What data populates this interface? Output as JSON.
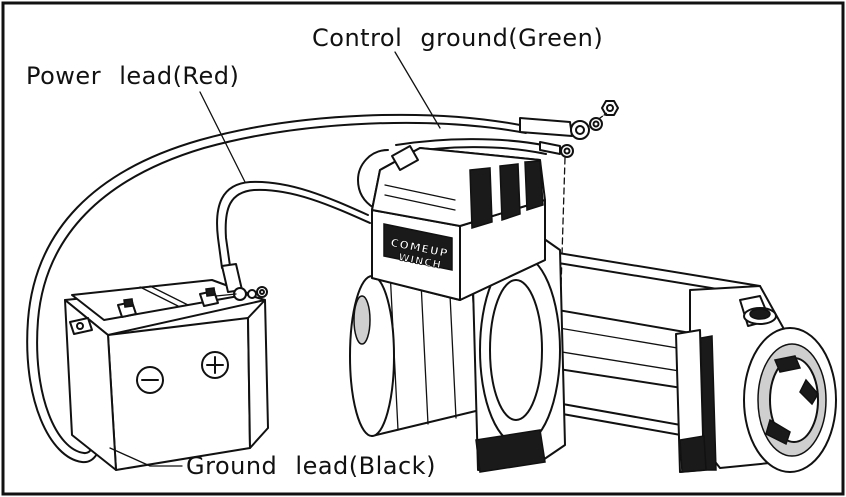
{
  "labels": {
    "control_ground": "Control  ground(Green)",
    "power_lead": "Power  lead(Red)",
    "ground_lead": "Ground  lead(Black)"
  },
  "brand": {
    "line1": "COMEUP",
    "line2": "WINCH"
  },
  "colors": {
    "ink": "#111111",
    "background": "#ffffff"
  }
}
